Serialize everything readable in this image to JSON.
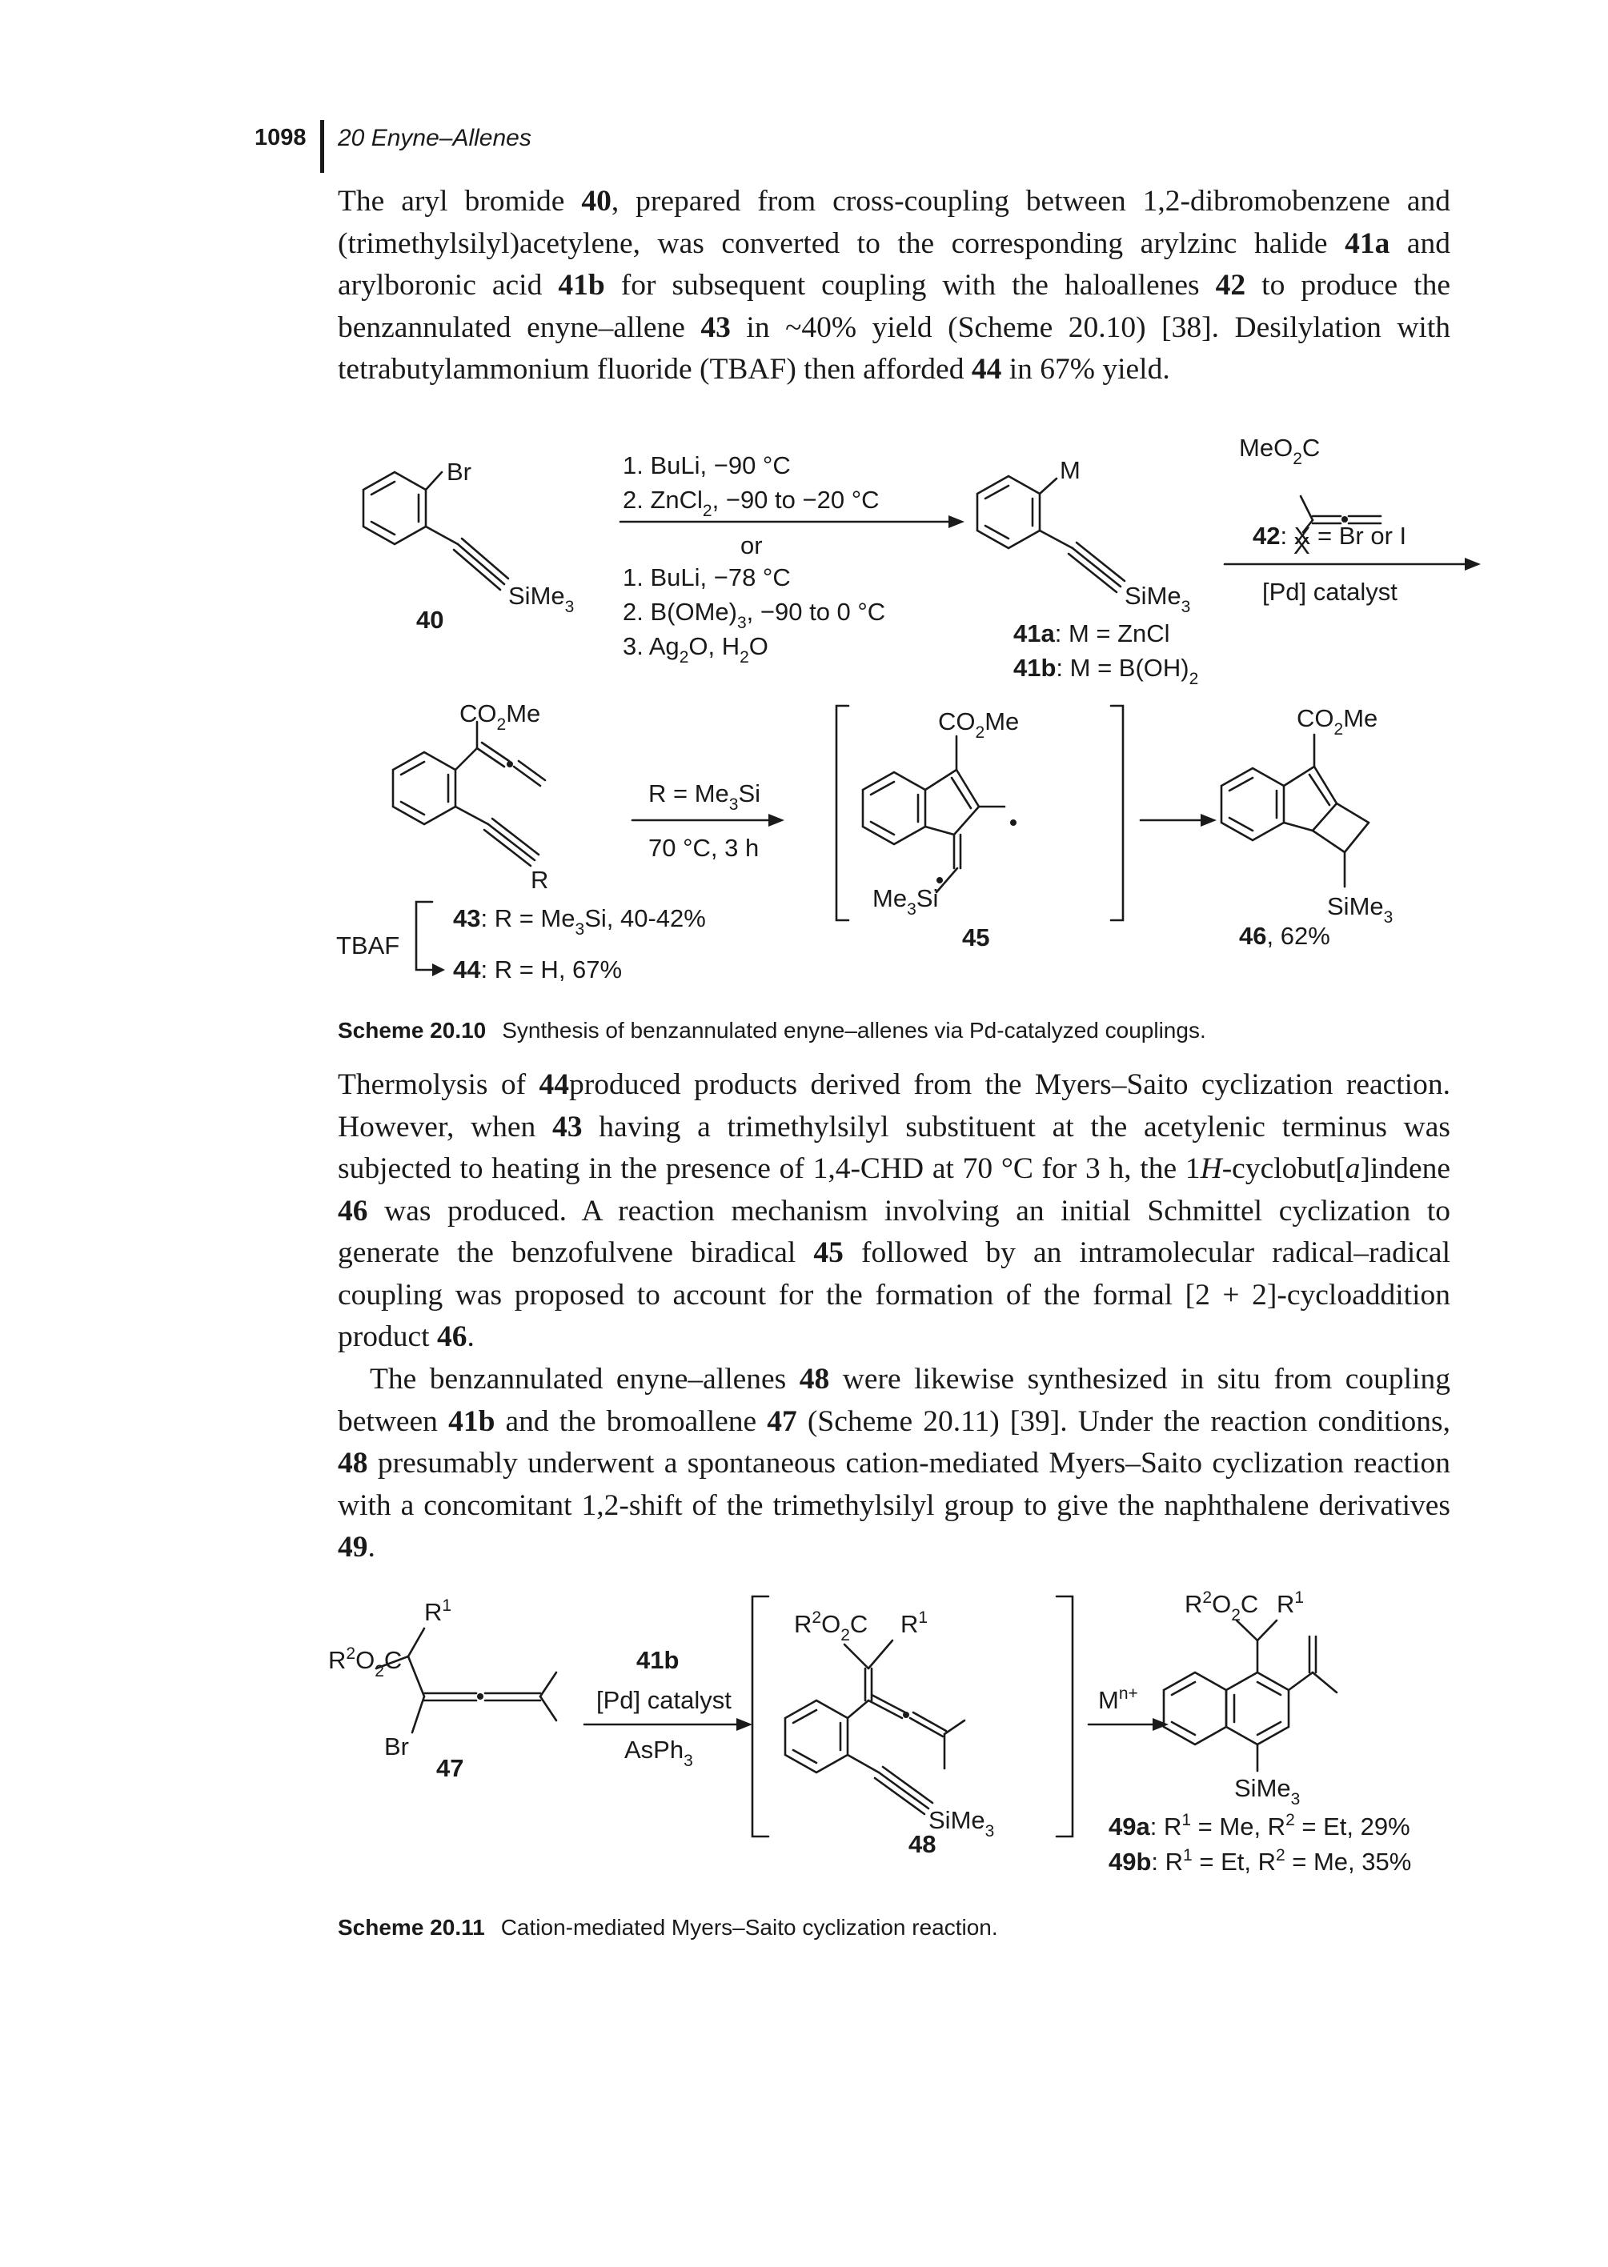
{
  "header": {
    "page_number": "1098",
    "chapter": "20 Enyne–Allenes"
  },
  "paragraphs": {
    "p1": {
      "t1": "The aryl bromide ",
      "b1": "40",
      "t2": ", prepared from cross-coupling between 1,2-dibromobenzene and (trimethylsilyl)acetylene, was converted to the corresponding arylzinc halide ",
      "b2": "41a",
      "t3": " and arylboronic acid ",
      "b3": "41b",
      "t4": " for subsequent coupling with the haloallenes ",
      "b4": "42",
      "t5": " to produce the benzannulated enyne–allene ",
      "b5": "43",
      "t6": " in ~40% yield (Scheme 20.10) [38]. Desilylation with tetrabutylammonium fluoride (TBAF) then afforded ",
      "b6": "44",
      "t7": " in 67% yield."
    },
    "p2": {
      "t1": "Thermolysis of ",
      "b1": "44",
      "t2": "produced products derived from the Myers–Saito cyclization reaction. However, when ",
      "b2": "43",
      "t3": " having a trimethylsilyl substituent at the acetylenic terminus was subjected to heating in the presence of 1,4-CHD at 70 °C for 3 h, the 1",
      "i1": "H",
      "t4": "-cyclobut[",
      "i2": "a",
      "t5": "]indene ",
      "b3": "46",
      "t6": " was produced. A reaction mechanism involving an initial Schmittel cyclization to generate the benzofulvene biradical ",
      "b4": "45",
      "t7": " followed by an intramolecular radical–radical coupling was proposed to account for the formation of the formal [2 + 2]-cycloaddition product ",
      "b5": "46",
      "t8": "."
    },
    "p3": {
      "t1": "The benzannulated enyne–allenes ",
      "b1": "48",
      "t2": " were likewise synthesized in situ from coupling between ",
      "b2": "41b",
      "t3": " and the bromoallene ",
      "b3": "47",
      "t4": " (Scheme 20.11) [39]. Under the reaction conditions, ",
      "b4": "48",
      "t5": " presumably underwent a spontaneous cation-mediated Myers–Saito cyclization reaction with a concomitant 1,2-shift of the trimethylsilyl group to give the naphthalene derivatives ",
      "b5": "49",
      "t6": "."
    }
  },
  "scheme_1": {
    "caption_label": "Scheme 20.10",
    "caption_text": "Synthesis of benzannulated enyne–allenes via Pd-catalyzed couplings.",
    "c40_label": "40",
    "c40_br": "Br",
    "c40_tms": "SiMe",
    "cond1_line1": "1. BuLi, −90 °C",
    "cond1_line2": "2. ZnCl",
    "cond1_line2b": ", −90 to −20 °C",
    "cond1_or": "or",
    "cond1_line3": "1. BuLi, −78 °C",
    "cond1_line4": "2. B(OMe)",
    "cond1_line4b": ", −90 to 0 °C",
    "cond1_line5": "3. Ag",
    "cond1_line5b": "O, H",
    "cond1_line5c": "O",
    "c41_m": "M",
    "c41_tms": "SiMe",
    "c41a_label": "41a",
    "c41a_text": ": M = ZnCl",
    "c41b_label": "41b",
    "c41b_text": ": M = B(OH)",
    "c42_ester": "MeO",
    "c42_ester_c": "C",
    "c42_x": "X",
    "c42_label": "42",
    "c42_text": ": X = Br or I",
    "cond2": "[Pd] catalyst",
    "c43_ester": "CO",
    "c43_ester_b": "Me",
    "c43_r": "R",
    "cond3_line1": "R = Me",
    "cond3_line1b": "Si",
    "cond3_line2": "70 °C, 3 h",
    "c43_label": "43",
    "c43_text": ": R = Me",
    "c43_text_b": "Si, 40-42%",
    "c44_label": "44",
    "c44_text": ": R = H, 67%",
    "tbaf": "TBAF",
    "c45_ester": "CO",
    "c45_ester_b": "Me",
    "c45_tms": "Me",
    "c45_tms_b": "Si",
    "c45_label": "45",
    "c46_ester": "CO",
    "c46_ester_b": "Me",
    "c46_tms": "SiMe",
    "c46_label": "46",
    "c46_yield": ", 62%"
  },
  "scheme_2": {
    "caption_label": "Scheme 20.11",
    "caption_text": "Cation-mediated Myers–Saito cyclization reaction.",
    "c47_r1": "R",
    "c47_ester": "R",
    "c47_ester_b": "O",
    "c47_ester_c": "C",
    "c47_br": "Br",
    "c47_label": "47",
    "cond1_line1": "41b",
    "cond1_line2": "[Pd] catalyst",
    "cond1_line3": "AsPh",
    "c48_ester": "R",
    "c48_ester_b": "O",
    "c48_ester_c": "C",
    "c48_r1": "R",
    "c48_tms": "SiMe",
    "c48_label": "48",
    "cond2": "M",
    "cond2_sup": "n+",
    "c49_ester": "R",
    "c49_ester_b": "O",
    "c49_ester_c": "C",
    "c49_r1": "R",
    "c49_tms": "SiMe",
    "c49a_label": "49a",
    "c49a_text_1": ": R",
    "c49a_text_2": " = Me, R",
    "c49a_text_3": " = Et, 29%",
    "c49b_label": "49b",
    "c49b_text_1": ": R",
    "c49b_text_2": " = Et, R",
    "c49b_text_3": " = Me, 35%",
    "sub_1": "1",
    "sub_2": "2",
    "sub_3": "3"
  }
}
